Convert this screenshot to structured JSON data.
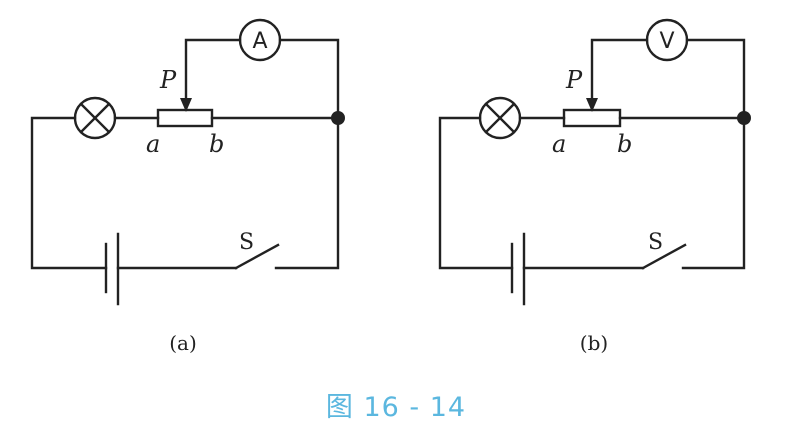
{
  "accent_color": "#5bb7df",
  "figure_caption": "图 16 - 14",
  "circuit_a": {
    "caption": "(a)",
    "meter_symbol": "A",
    "slider_label": "P",
    "end_a_label": "a",
    "end_b_label": "b",
    "switch_label": "S"
  },
  "circuit_b": {
    "caption": "(b)",
    "meter_symbol": "V",
    "slider_label": "P",
    "end_a_label": "a",
    "end_b_label": "b",
    "switch_label": "S"
  }
}
